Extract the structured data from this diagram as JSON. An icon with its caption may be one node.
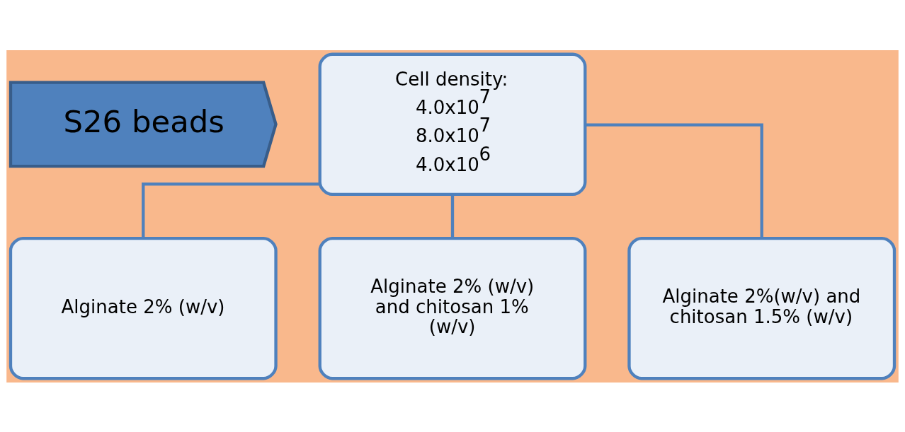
{
  "diagram": {
    "nodes": [
      {
        "text": [
          "S26 beads"
        ]
      },
      {
        "text": [
          "Cell density:",
          "4.0x10$^{7}$",
          "8.0x10$^{7}$",
          "4.0x10$^{6}$"
        ]
      },
      {
        "text": [
          "Alginate 2% (w/v)"
        ]
      },
      {
        "text": [
          "Alginate 2% (w/v) and chitosan 1% (w/v)"
        ]
      },
      {
        "text": [
          "Alginate 2%(w/v) and chitosan 1.5% (w/v)"
        ]
      }
    ],
    "edges": [
      {
        "from": 1,
        "to": 2,
        "arrow": "none"
      },
      {
        "from": 1,
        "to": 3,
        "arrow": "none"
      },
      {
        "from": 1,
        "to": 4,
        "arrow": "none"
      }
    ]
  }
}
